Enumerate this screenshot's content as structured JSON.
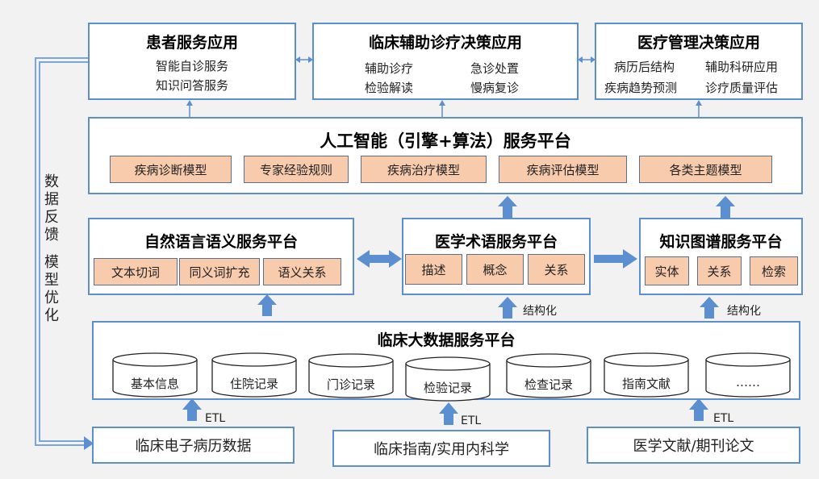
{
  "top": {
    "patient": {
      "title": "患者服务应用",
      "items": [
        "智能自诊服务",
        "知识问答服务"
      ]
    },
    "clinical": {
      "title": "临床辅助诊疗决策应用",
      "items": [
        "辅助诊疗",
        "急诊处置",
        "检验解读",
        "慢病复诊"
      ]
    },
    "management": {
      "title": "医疗管理决策应用",
      "items": [
        "病历后结构",
        "辅助科研应用",
        "疾病趋势预测",
        "诊疗质量评估"
      ]
    }
  },
  "ai_platform": {
    "title": "人工智能（引擎+算法）服务平台",
    "models": [
      "疾病诊断模型",
      "专家经验规则",
      "疾病治疗模型",
      "疾病评估模型",
      "各类主题模型"
    ]
  },
  "nlp_platform": {
    "title": "自然语言语义服务平台",
    "items": [
      "文本切词",
      "同义词扩充",
      "语义关系"
    ]
  },
  "term_platform": {
    "title": "医学术语服务平台",
    "items": [
      "描述",
      "概念",
      "关系"
    ]
  },
  "kg_platform": {
    "title": "知识图谱服务平台",
    "items": [
      "实体",
      "关系",
      "检索"
    ]
  },
  "structured_label": "结构化",
  "bigdata": {
    "title": "临床大数据服务平台",
    "stores": [
      "基本信息",
      "住院记录",
      "门诊记录",
      "检验记录",
      "检查记录",
      "指南文献",
      "……"
    ]
  },
  "etl_label": "ETL",
  "sources": [
    "临床电子病历数据",
    "临床指南/实用内科学",
    "医学文献/期刊论文"
  ],
  "feedback": {
    "line1": [
      "数",
      "据",
      "反",
      "馈"
    ],
    "line2": [
      "模",
      "型",
      "优",
      "化"
    ]
  },
  "colors": {
    "border": "#5b8fd0",
    "arrow": "#5b8fd0",
    "chip_fill": "#f8cbad",
    "background": "#f2f2f2"
  }
}
